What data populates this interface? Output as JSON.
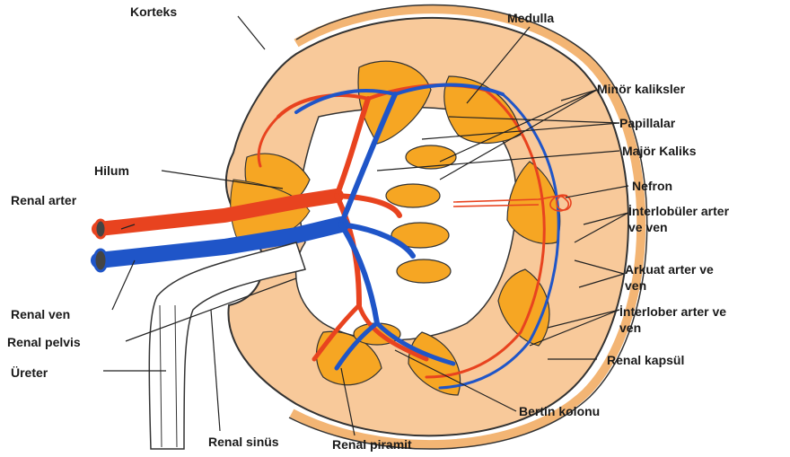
{
  "labels": {
    "korteks": "Korteks",
    "medulla": "Medulla",
    "minor_kaliksler": "Minör kaliksler",
    "papillalar": "Papillalar",
    "majör_kaliks": "Majör Kaliks",
    "hilum": "Hilum",
    "nefron": "Nefron",
    "renal_arter": "Renal arter",
    "interlobuler_line1": "İnterlobüler arter",
    "interlobuler_line2": "ve ven",
    "arkuat_line1": "Arkuat arter ve",
    "arkuat_line2": "ven",
    "interlober_line1": "İnterlober arter ve",
    "interlober_line2": "ven",
    "renal_ven": "Renal ven",
    "renal_pelvis": "Renal pelvis",
    "ureter": "Üreter",
    "renal_kapsul": "Renal kapsül",
    "bertin_kolonu": "Bertin kolonu",
    "renal_sinus": "Renal sinüs",
    "renal_piramit": "Renal piramit"
  },
  "colors": {
    "cortex": "#f8c99a",
    "pyramid": "#f6a623",
    "capsule": "#f3b574",
    "artery": "#e8431f",
    "vein": "#1f55c8",
    "sinus": "#ffffff",
    "outline": "#333333"
  }
}
